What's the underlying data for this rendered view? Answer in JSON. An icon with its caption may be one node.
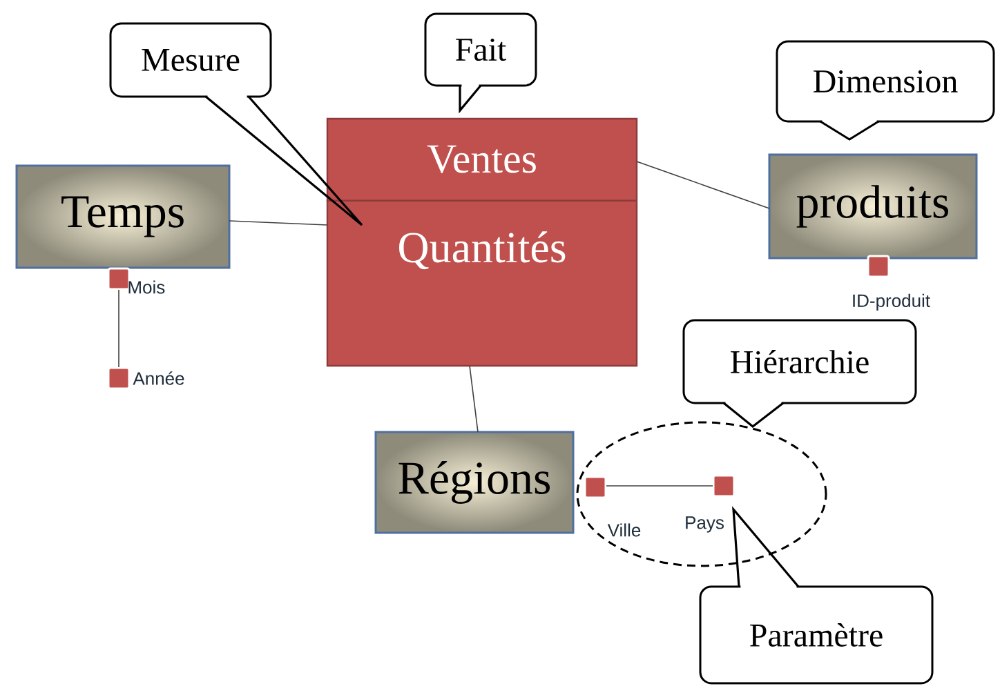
{
  "diagram": {
    "nodes": [
      {
        "text": [
          "Ventes",
          "Quantités"
        ]
      },
      {
        "text": [
          "Temps"
        ]
      },
      {
        "text": [
          "produits"
        ]
      },
      {
        "text": [
          "Régions"
        ]
      },
      {
        "text": [],
        "shape": "box",
        "beside": [
          "Mois"
        ]
      },
      {
        "text": [],
        "shape": "box",
        "beside": [
          "Année"
        ]
      },
      {
        "text": [],
        "shape": "box",
        "beside": [
          "ID-produit"
        ]
      },
      {
        "text": [],
        "shape": "ellipse"
      },
      {
        "text": [],
        "shape": "box",
        "beside": [
          "Ville"
        ],
        "in": 7
      },
      {
        "text": [],
        "shape": "box",
        "beside": [
          "Pays"
        ],
        "in": 7
      },
      {
        "text": [
          "Mesure"
        ]
      },
      {
        "text": [
          "Fait"
        ]
      },
      {
        "text": [
          "Dimension"
        ]
      },
      {
        "text": [
          "Hiérarchie"
        ]
      },
      {
        "text": [
          "Paramètre"
        ]
      }
    ],
    "edges": [
      {
        "from": 1,
        "to": 0,
        "arrow": "none"
      },
      {
        "from": 0,
        "to": 2,
        "arrow": "none"
      },
      {
        "from": 0,
        "to": 3,
        "arrow": "none"
      },
      {
        "from": 4,
        "to": 5,
        "arrow": "none"
      },
      {
        "from": 8,
        "to": 9,
        "arrow": "none"
      }
    ]
  }
}
